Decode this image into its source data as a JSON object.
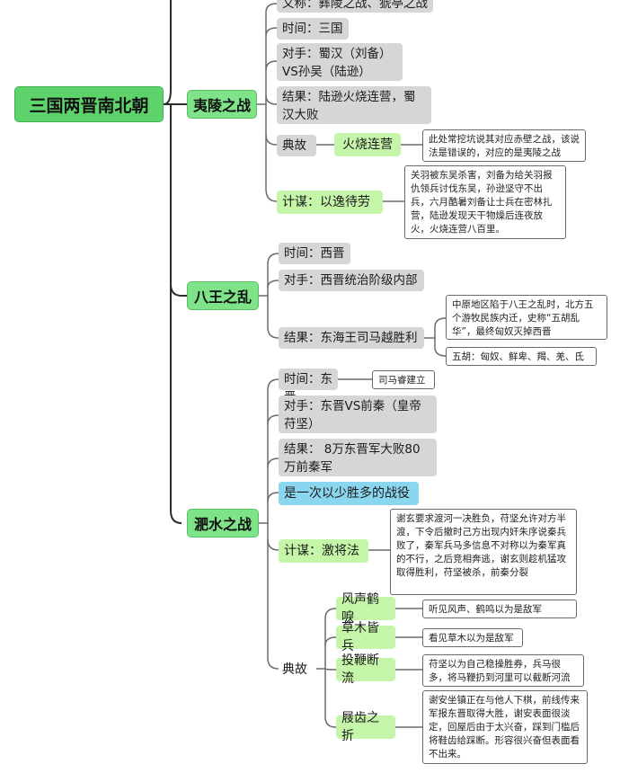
{
  "root": "三国两晋南北朝",
  "yiling": {
    "title": "夷陵之战",
    "alias": "又称：彝陵之战、猇亭之战",
    "time": "时间：三国",
    "opponents": "对手：蜀汉（刘备）VS孙吴（陆逊）",
    "result": "结果：陆逊火烧连营，蜀汉大败",
    "allusion_label": "典故",
    "allusion": "火烧连营",
    "allusion_note": "此处常挖坑说其对应赤壁之战，该说法是错误的，对应的是夷陵之战",
    "strategy": "计谋：以逸待劳",
    "strategy_note": "关羽被东吴杀害，刘备为给关羽报仇领兵讨伐东吴，孙逊坚守不出兵，六月酷暑刘备让士兵在密林扎营，陆逊发现天干物燥后连夜放火，火烧连营八百里。"
  },
  "bawang": {
    "title": "八王之乱",
    "time": "时间：西晋",
    "opponents": "对手：西晋统治阶级内部",
    "result": "结果：东海王司马越胜利",
    "result_note": "中原地区陷于八王之乱时，北方五个游牧民族内迁，史称“五胡乱华”，最终匈奴灭掉西晋",
    "wuhu_note": "五胡：匈奴、鲜卑、羯、羌、氐"
  },
  "feishui": {
    "title": "淝水之战",
    "time": "时间：东晋",
    "time_note": "司马睿建立",
    "opponents": "对手：东晋VS前秦（皇帝苻坚）",
    "result": "结果： 8万东晋军大败80万前秦军",
    "feature": "是一次以少胜多的战役",
    "strategy": "计谋：激将法",
    "strategy_note": "谢玄要求渡河一决胜负，苻坚允许对方半渡，下令后撤时己方出现内奸朱序说秦兵败了，秦军兵马多信息不对称以为秦军真的不行，之后竞相奔逃，谢玄则趁机猛攻取得胜利，苻坚被杀，前秦分裂",
    "allusion_label": "典故",
    "allusions": [
      {
        "name": "风声鹤唳",
        "note": "听见风声、鹤鸣以为是敌军"
      },
      {
        "name": "草木皆兵",
        "note": "看见草木以为是敌军"
      },
      {
        "name": "投鞭断流",
        "note": "苻坚以为自己稳操胜券，兵马很多，将马鞭扔到河里可以截断河流"
      },
      {
        "name": "屐齿之折",
        "note": "谢安坐镇正在与他人下棋，前线传来军报东晋取得大胜，谢安表面很淡定，回屋后由于太兴奋，踩到门槛后将鞋齿给踩断。形容很兴奋但表面看不出来。"
      }
    ]
  },
  "colors": {
    "line_dark": "#6b6b6b",
    "line_root": "#2c2c2c",
    "root_fill": "#5ed36c",
    "branch_fill": "#7fe38a",
    "green_fill": "#c5f5a8",
    "gray_fill": "#d6d6d6",
    "blue_fill": "#8bd6ef"
  }
}
